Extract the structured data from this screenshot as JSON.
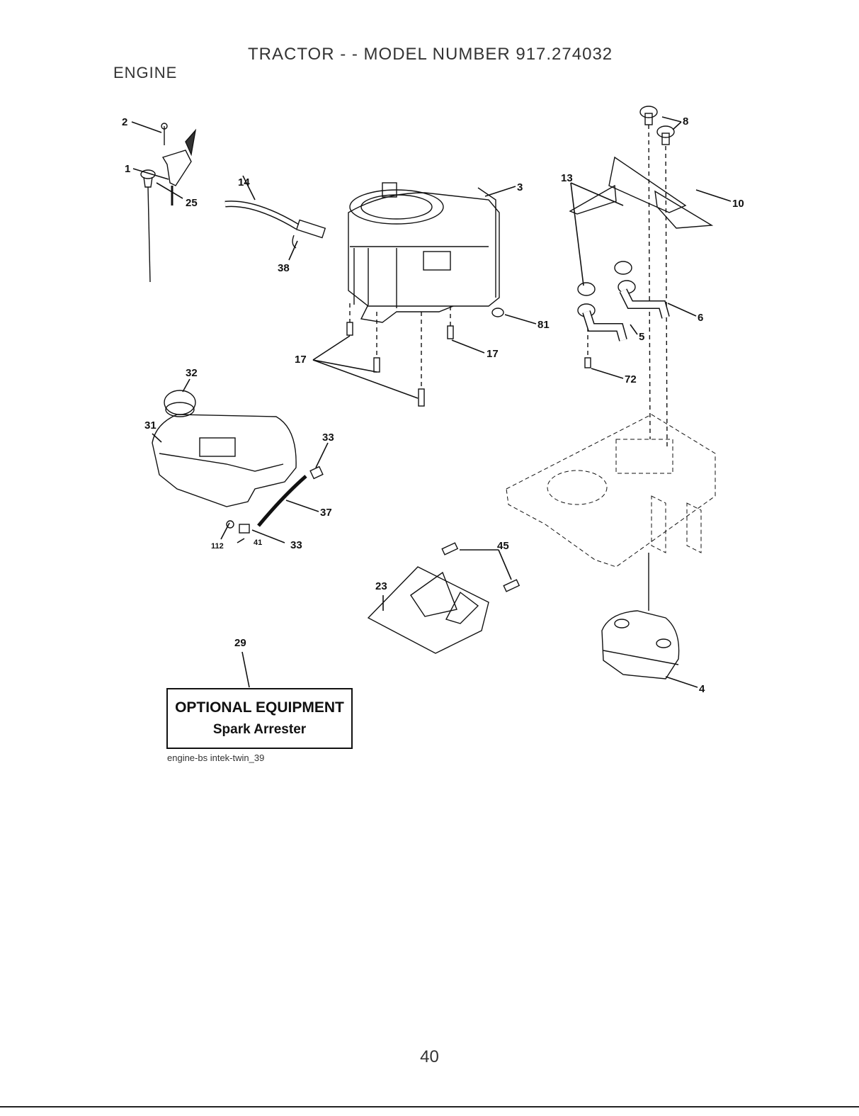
{
  "header": {
    "title": "TRACTOR - - MODEL NUMBER 917.274032",
    "section": "ENGINE"
  },
  "callouts": {
    "c1": "1",
    "c2": "2",
    "c3": "3",
    "c4": "4",
    "c5": "5",
    "c6": "6",
    "c8": "8",
    "c10": "10",
    "c13": "13",
    "c14": "14",
    "c17a": "17",
    "c17b": "17",
    "c23": "23",
    "c25": "25",
    "c29": "29",
    "c31": "31",
    "c32": "32",
    "c33a": "33",
    "c33b": "33",
    "c37": "37",
    "c38": "38",
    "c41": "41",
    "c45": "45",
    "c72": "72",
    "c81": "81",
    "c112": "112"
  },
  "optional_box": {
    "title": "OPTIONAL EQUIPMENT",
    "subtitle": "Spark Arrester"
  },
  "drawing_ref": "engine-bs intek-twin_39",
  "page_number": "40"
}
